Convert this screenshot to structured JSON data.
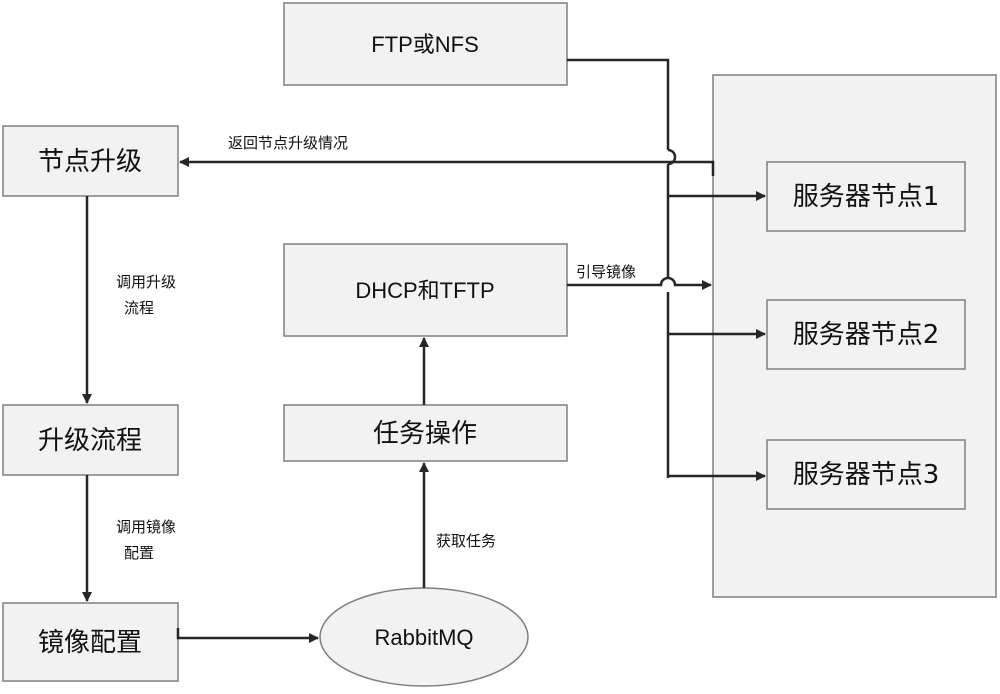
{
  "nodes": {
    "ftp": "FTP或NFS",
    "node_upgrade": "节点升级",
    "dhcp": "DHCP和TFTP",
    "upgrade_flow": "升级流程",
    "task_op": "任务操作",
    "image_config": "镜像配置",
    "rabbitmq": "RabbitMQ",
    "server1": "服务器节点1",
    "server2": "服务器节点2",
    "server3": "服务器节点3"
  },
  "edges": {
    "return_status": "返回节点升级情况",
    "call_upgrade_line1": "调用升级",
    "call_upgrade_line2": "流程",
    "call_image_line1": "调用镜像",
    "call_image_line2": "配置",
    "get_task": "获取任务",
    "boot_image": "引导镜像"
  }
}
